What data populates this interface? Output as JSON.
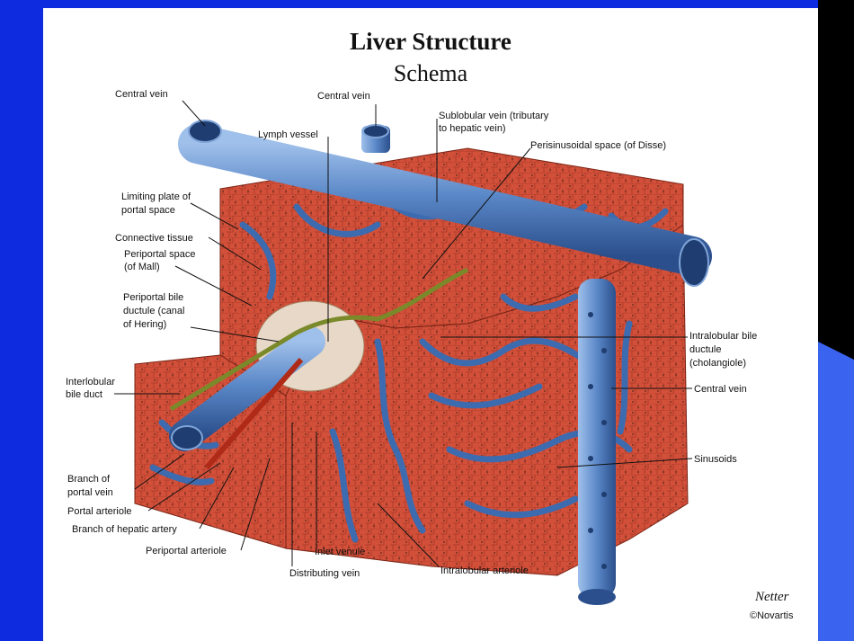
{
  "title": "Liver Structure",
  "subtitle": "Schema",
  "colors": {
    "frame_blue": "#0f2be0",
    "frame_black": "#000000",
    "vein_blue": "#4f7ec0",
    "tissue_red": "#d2503a",
    "bile_green": "#7a8a2a"
  },
  "labels": {
    "central_vein_left": "Central vein",
    "central_vein_top": "Central vein",
    "lymph_vessel": "Lymph vessel",
    "sublobular_1": "Sublobular vein (tributary",
    "sublobular_2": "to hepatic vein)",
    "perisinusoidal": "Perisinusoidal space (of Disse)",
    "limiting_1": "Limiting plate of",
    "limiting_2": "portal space",
    "connective": "Connective tissue",
    "periportal_space_1": "Periportal space",
    "periportal_space_2": "(of Mall)",
    "periportal_bile_1": "Periportal bile",
    "periportal_bile_2": "ductule (canal",
    "periportal_bile_3": "of Hering)",
    "interlobular_1": "Interlobular",
    "interlobular_2": "bile duct",
    "branch_portal_1": "Branch of",
    "branch_portal_2": "portal vein",
    "portal_arteriole": "Portal arteriole",
    "branch_hepatic": "Branch of hepatic artery",
    "periportal_arteriole": "Periportal arteriole",
    "distributing_vein": "Distributing vein",
    "inlet_venule": "Inlet venule",
    "intralobular_arteriole": "Intralobular arteriole",
    "intralobular_bile_1": "Intralobular bile",
    "intralobular_bile_2": "ductule",
    "intralobular_bile_3": "(cholangiole)",
    "central_vein_right": "Central vein",
    "sinusoids": "Sinusoids"
  },
  "signature": {
    "name": "Netter",
    "copyright": "©Novartis"
  }
}
